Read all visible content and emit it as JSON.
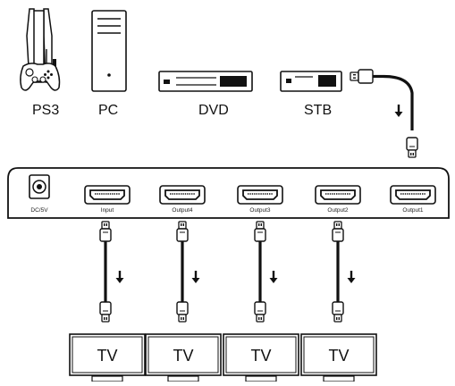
{
  "sources": [
    {
      "key": "ps3",
      "label": "PS3"
    },
    {
      "key": "pc",
      "label": "PC"
    },
    {
      "key": "dvd",
      "label": "DVD"
    },
    {
      "key": "stb",
      "label": "STB"
    }
  ],
  "splitter": {
    "power_label": "DC/5V",
    "ports": [
      "Input",
      "Output4",
      "Output3",
      "Output2",
      "Output1"
    ]
  },
  "displays": [
    "TV",
    "TV",
    "TV",
    "TV"
  ],
  "icons": {
    "flow_arrow": "down-arrow-icon",
    "hdmi_plug": "hdmi-plug-icon"
  },
  "colors": {
    "line": "#111111",
    "fill": "#ffffff"
  }
}
